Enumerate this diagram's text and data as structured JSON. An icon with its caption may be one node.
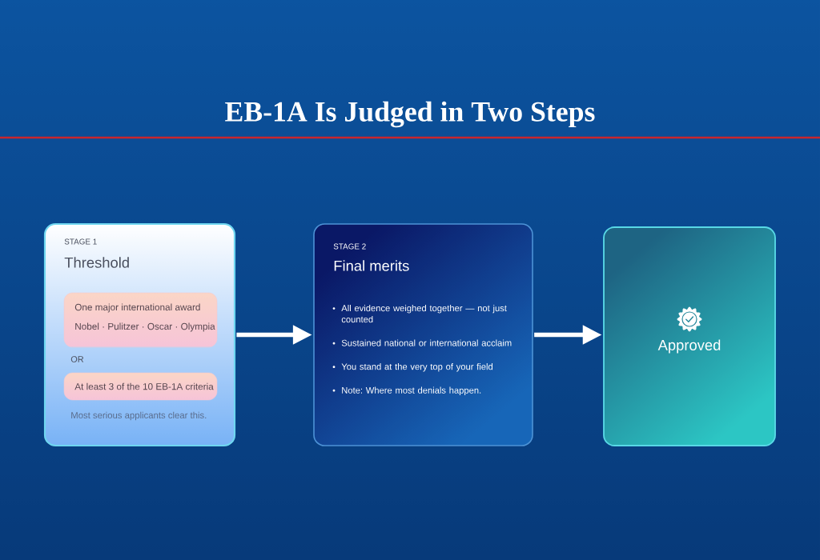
{
  "diagram": {
    "title": "EB-1A Is Judged in Two Steps",
    "nodes": [
      {
        "text": [
          "STAGE 1",
          "Threshold",
          "OR",
          "Most serious applicants clear this."
        ]
      },
      {
        "text": [
          "One major international award",
          "Nobel · Pulitzer · Oscar · Olympia"
        ],
        "in": 0
      },
      {
        "text": [
          "At least 3 of the 10 EB-1A criteria"
        ],
        "in": 0
      },
      {
        "text": [
          "STAGE 2",
          "Final merits",
          "All evidence weighed together — not just counted",
          "Sustained national or international acclaim",
          "You stand at the very top of your field",
          "Note: Where most denials happen."
        ]
      },
      {
        "text": [
          "Approved"
        ]
      }
    ],
    "edges": [
      {
        "from": 0,
        "to": 3,
        "arrow": "to"
      },
      {
        "from": 3,
        "to": 4,
        "arrow": "to"
      }
    ]
  }
}
